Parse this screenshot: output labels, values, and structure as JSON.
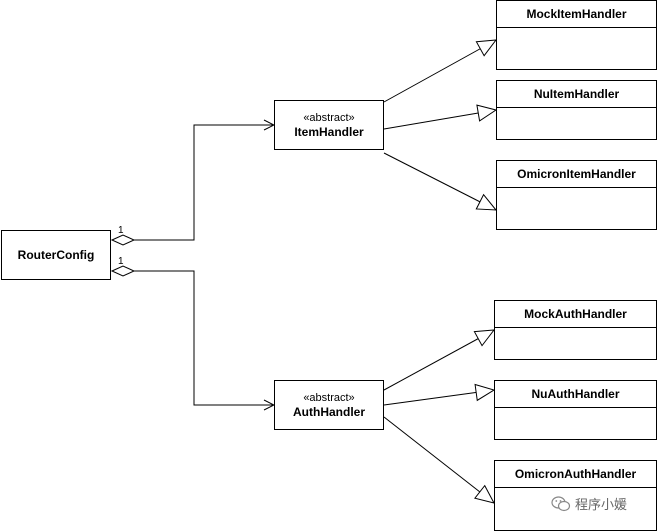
{
  "colors": {
    "line": "#000000",
    "box_fill": "#ffffff",
    "watermark": "#666666"
  },
  "router": {
    "name": "RouterConfig"
  },
  "multiplicities": {
    "item": "1",
    "auth": "1"
  },
  "item_handler": {
    "stereotype": "«abstract»",
    "name": "ItemHandler"
  },
  "auth_handler": {
    "stereotype": "«abstract»",
    "name": "AuthHandler"
  },
  "item_implementations": [
    {
      "name": "MockItemHandler"
    },
    {
      "name": "NuItemHandler"
    },
    {
      "name": "OmicronItemHandler"
    }
  ],
  "auth_implementations": [
    {
      "name": "MockAuthHandler"
    },
    {
      "name": "NuAuthHandler"
    },
    {
      "name": "OmicronAuthHandler"
    }
  ],
  "watermark": {
    "icon": "wechat-icon",
    "text": "程序小媛"
  }
}
